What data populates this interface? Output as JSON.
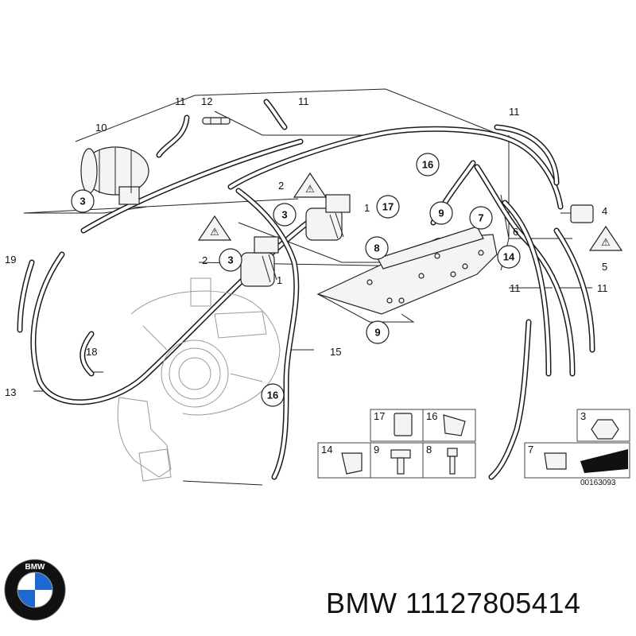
{
  "callouts": {
    "c11a": "11",
    "c12": "12",
    "c11b": "11",
    "c10": "10",
    "c11c": "11",
    "c3a": "3",
    "c2a": "2",
    "c1a": "1",
    "c17a": "17",
    "c3b": "3",
    "c16a": "16",
    "c4": "4",
    "c5": "5",
    "c9a": "9",
    "c7a": "7",
    "c6": "6",
    "c8a": "8",
    "c14a": "14",
    "c2b": "2",
    "c3c": "3",
    "c1b": "1",
    "c19": "19",
    "c18": "18",
    "c13": "13",
    "c15": "15",
    "c16b": "16",
    "c9b": "9",
    "c11d": "11",
    "c11e": "11"
  },
  "legend": {
    "k17": "17",
    "k16": "16",
    "k3": "3",
    "k14": "14",
    "k9": "9",
    "k8": "8",
    "k7": "7"
  },
  "diagram_ref": "00163093",
  "footer": {
    "brand_text": "BMW 11127805414",
    "logo_letters": "BMW",
    "logo_colors": {
      "ring": "#111111",
      "blue": "#1c69d4",
      "white": "#ffffff"
    }
  }
}
